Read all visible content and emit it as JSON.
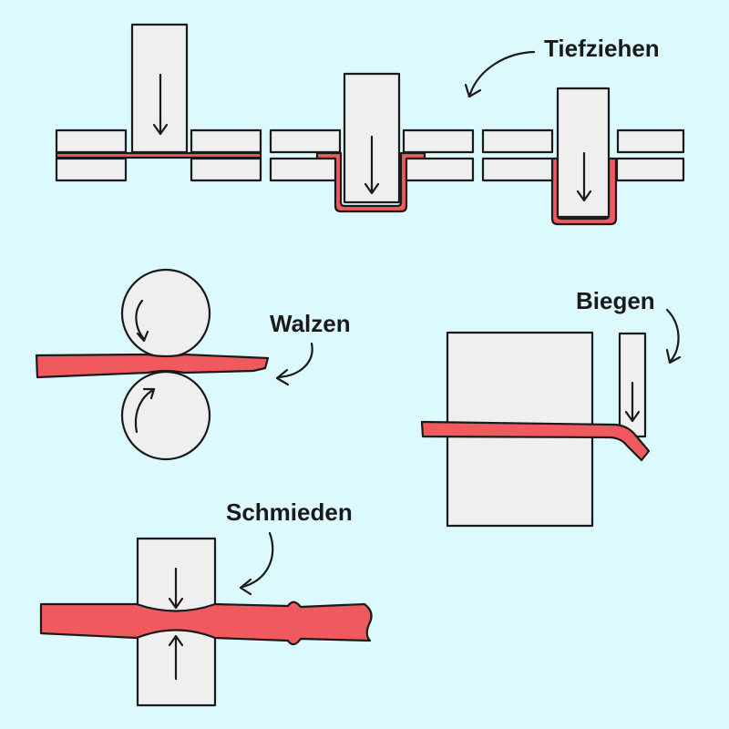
{
  "labels": {
    "tiefziehen": "Tiefziehen",
    "walzen": "Walzen",
    "biegen": "Biegen",
    "schmieden": "Schmieden"
  },
  "colors": {
    "background": "#dcfafd",
    "workpiece": "#f05a5f",
    "tool": "#efefef",
    "outline": "#1a1a1a"
  },
  "icons": {
    "direction": "arrow-icon",
    "rotation": "curved-arrow-icon",
    "pointer": "curved-pointer-arrow-icon"
  }
}
